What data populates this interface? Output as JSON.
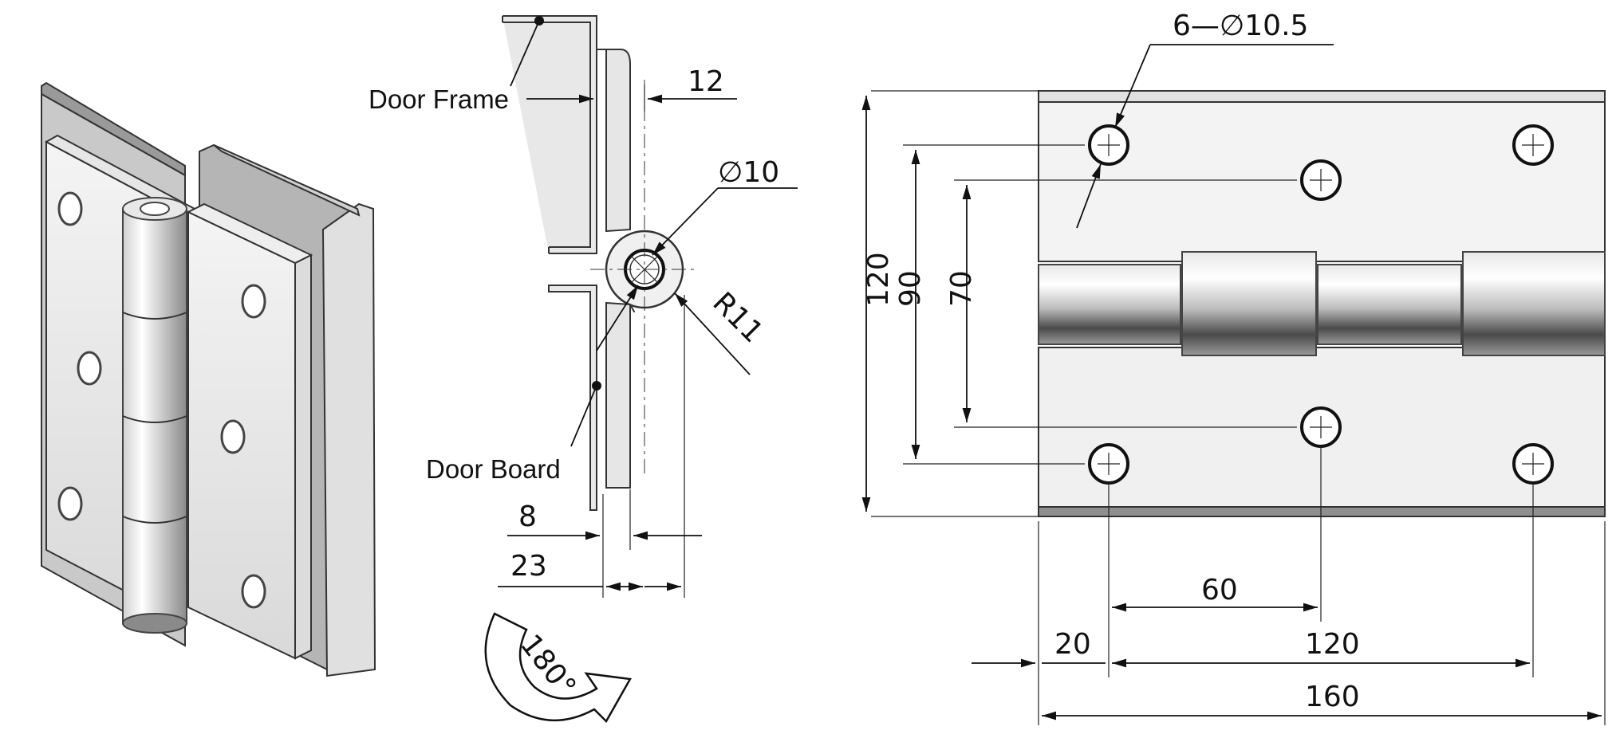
{
  "labels": {
    "door_frame": "Door Frame",
    "door_board": "Door Board",
    "rotation": "180°"
  },
  "dims": {
    "side_12": "12",
    "side_phi10": "∅10",
    "side_r11": "R11",
    "side_8": "8",
    "side_23": "23",
    "holes": "6—∅10.5",
    "h_120": "120",
    "h_90": "90",
    "h_70": "70",
    "w_60": "60",
    "w_20": "20",
    "w_120": "120",
    "w_160": "160"
  },
  "colors": {
    "line": "#111111",
    "metal_light": "#f2f2f2",
    "metal_mid": "#c8c8c8",
    "metal_dark": "#7a7a7a"
  }
}
